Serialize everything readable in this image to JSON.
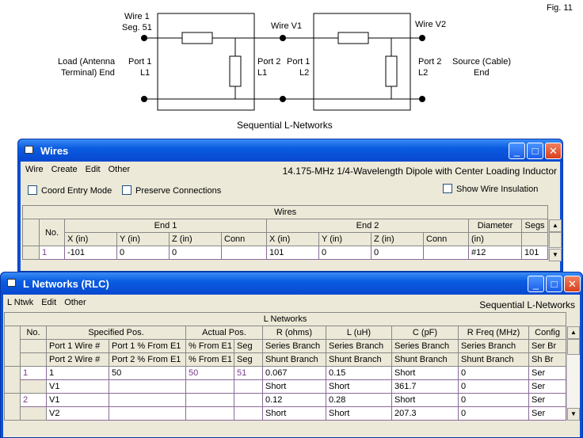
{
  "diagram": {
    "fig": "Fig. 11",
    "wire1": "Wire 1",
    "seg51": "Seg. 51",
    "wirev1": "Wire V1",
    "wirev2": "Wire V2",
    "load1": "Load (Antenna",
    "load2": "Terminal) End",
    "port1": "Port 1",
    "port2": "Port 2",
    "l1": "L1",
    "l2": "L2",
    "source1": "Source (Cable)",
    "source2": "End",
    "caption": "Sequential L-Networks"
  },
  "wires_window": {
    "title": "Wires",
    "menu": [
      "Wire",
      "Create",
      "Edit",
      "Other"
    ],
    "description": "14.175-MHz 1/4-Wavelength Dipole with Center Loading Inductor",
    "checkboxes": [
      "Coord Entry Mode",
      "Preserve Connections",
      "Show Wire Insulation"
    ],
    "table_title": "Wires",
    "group_headers": [
      "No.",
      "End 1",
      "End 2",
      "Diameter",
      "Segs"
    ],
    "col_headers": [
      "X  (in)",
      "Y  (in)",
      "Z  (in)",
      "Conn",
      "X  (in)",
      "Y  (in)",
      "Z  (in)",
      "Conn",
      "(in)",
      ""
    ],
    "rows": [
      [
        "1",
        "-101",
        "0",
        "0",
        "",
        "101",
        "0",
        "0",
        "",
        "#12",
        "101"
      ]
    ]
  },
  "lnet_window": {
    "title": "L Networks (RLC)",
    "menu": [
      "L Ntwk",
      "Edit",
      "Other"
    ],
    "description": "Sequential L-Networks",
    "table_title": "L Networks",
    "header1": [
      "No.",
      "Specified Pos.",
      "Actual Pos.",
      "R (ohms)",
      "L (uH)",
      "C (pF)",
      "R Freq (MHz)",
      "Config"
    ],
    "header2": [
      "",
      "Port 1 Wire #",
      "Port 1 % From E1",
      "% From E1",
      "Seg",
      "Series Branch",
      "Series Branch",
      "Series Branch",
      "Series Branch",
      "Ser Br"
    ],
    "header3": [
      "",
      "Port 2 Wire #",
      "Port 2 % From E1",
      "% From E1",
      "Seg",
      "Shunt Branch",
      "Shunt Branch",
      "Shunt Branch",
      "Shunt Branch",
      "Sh Br"
    ],
    "rows": [
      [
        "1",
        "1",
        "50",
        "50",
        "51",
        "0.067",
        "0.15",
        "Short",
        "0",
        "Ser"
      ],
      [
        "",
        "V1",
        "",
        "",
        "",
        "Short",
        "Short",
        "361.7",
        "0",
        "Ser"
      ],
      [
        "2",
        "V1",
        "",
        "",
        "",
        "0.12",
        "0.28",
        "Short",
        "0",
        "Ser"
      ],
      [
        "",
        "V2",
        "",
        "",
        "",
        "Short",
        "Short",
        "207.3",
        "0",
        "Ser"
      ]
    ]
  }
}
